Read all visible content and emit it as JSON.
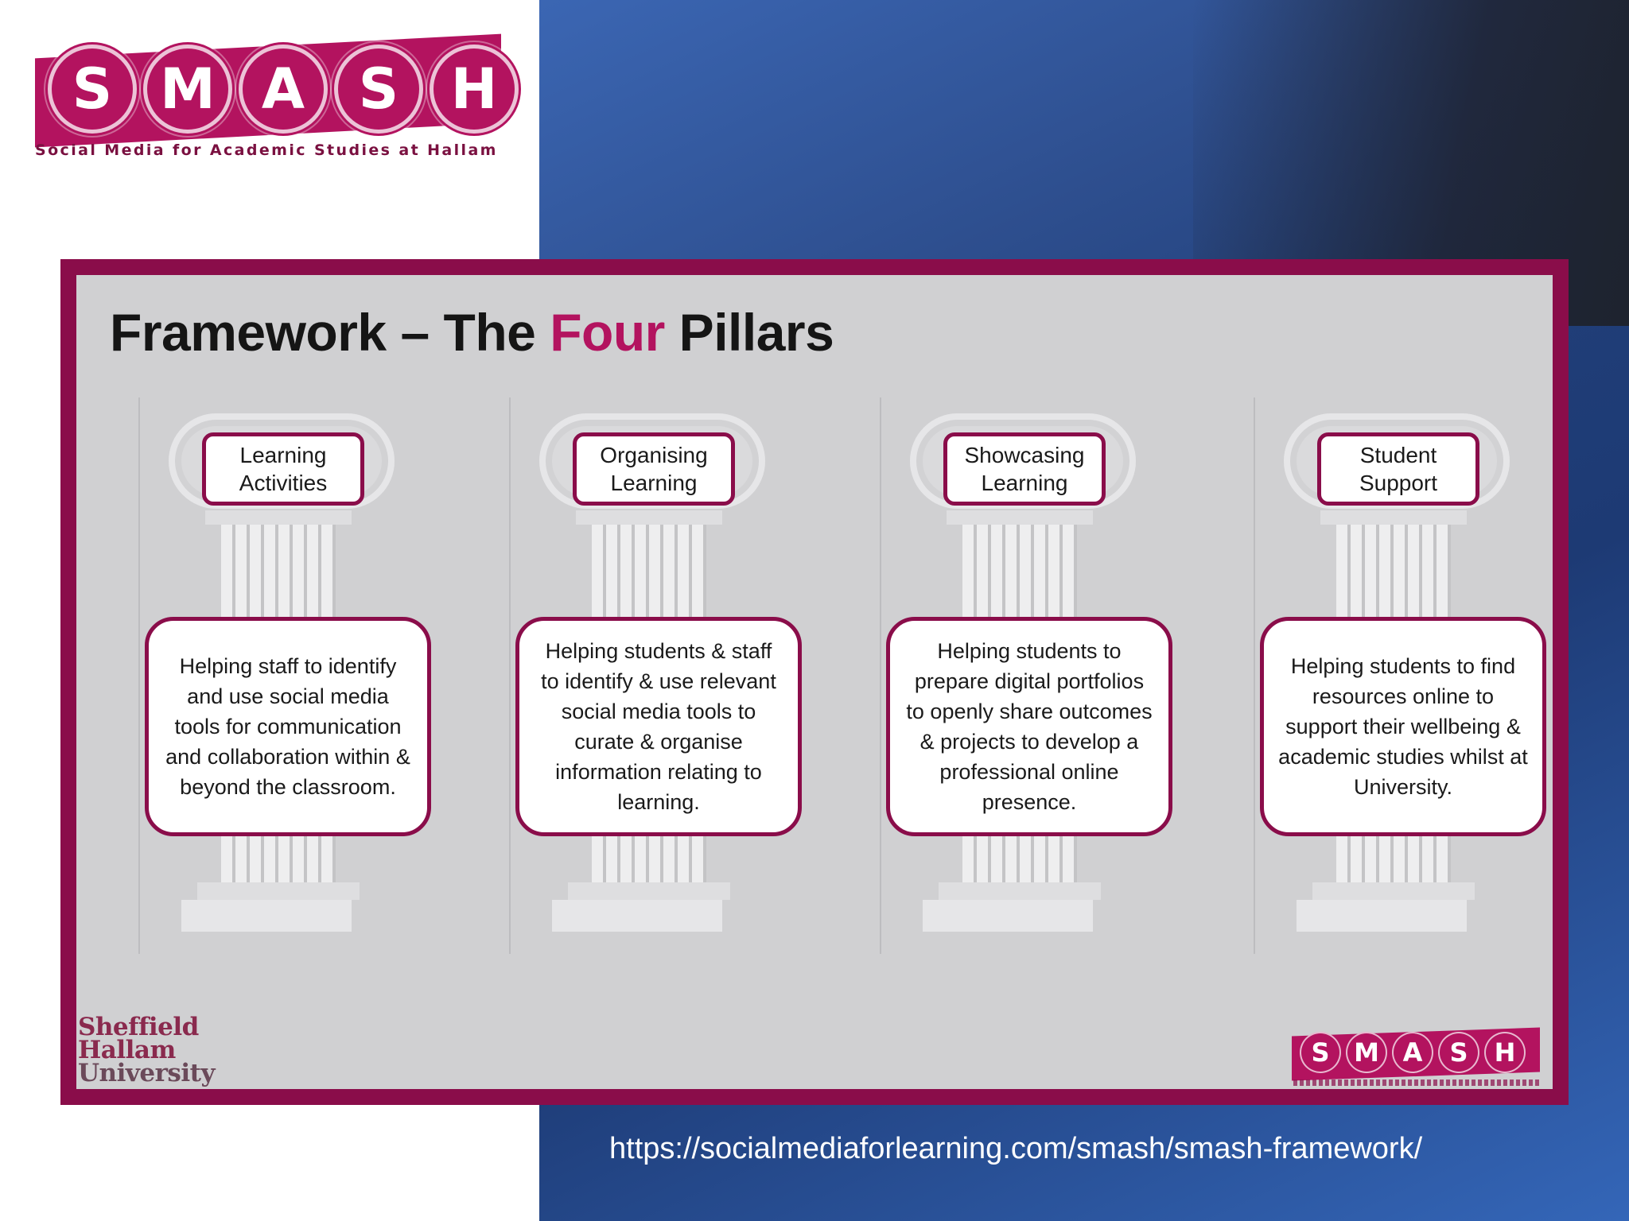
{
  "logo": {
    "letters": [
      "S",
      "M",
      "A",
      "S",
      "H"
    ],
    "tagline": "Social Media for Academic Studies at Hallam"
  },
  "panel": {
    "title_before": "Framework – The ",
    "title_accent": "Four",
    "title_after": " Pillars",
    "pillars": [
      {
        "label": "Learning Activities",
        "description": "Helping staff to identify and use social media tools for communication and collaboration within & beyond the classroom."
      },
      {
        "label": "Organising Learning",
        "description": "Helping students & staff to identify & use relevant social media tools to curate & organise information relating to learning."
      },
      {
        "label": "Showcasing Learning",
        "description": "Helping students to prepare digital portfolios to openly share outcomes & projects to develop a professional online presence."
      },
      {
        "label": "Student Support",
        "description": "Helping students to find resources online to support their wellbeing & academic studies whilst at University."
      }
    ],
    "university_logo": [
      "Sheffield",
      "Hallam",
      "University"
    ],
    "small_logo_letters": [
      "S",
      "M",
      "A",
      "S",
      "H"
    ]
  },
  "footer": {
    "url": "https://socialmediaforlearning.com/smash/smash-framework/"
  },
  "colors": {
    "brand_magenta": "#b3135f",
    "frame_maroon": "#8a0d4a",
    "background_blue": "#203e78"
  }
}
